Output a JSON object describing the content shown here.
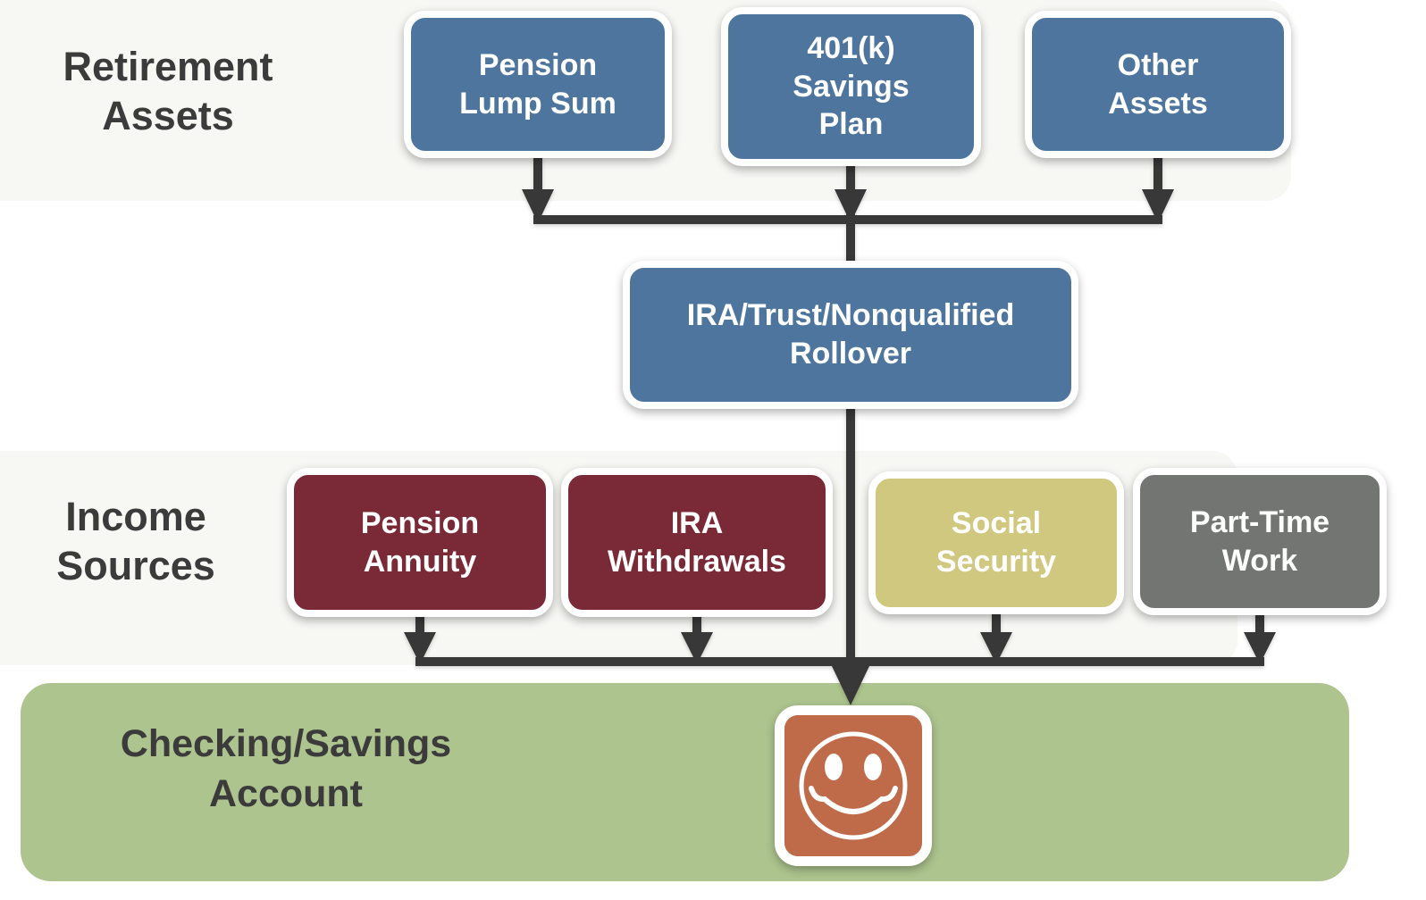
{
  "sections": {
    "retirement": {
      "label_line1": "Retirement",
      "label_line2": "Assets"
    },
    "income": {
      "label_line1": "Income",
      "label_line2": "Sources"
    },
    "account": {
      "label_line1": "Checking/Savings",
      "label_line2": "Account"
    }
  },
  "nodes": {
    "retirement": [
      {
        "id": "pension-lump-sum",
        "lines": [
          "Pension",
          "Lump Sum"
        ]
      },
      {
        "id": "401k-savings-plan",
        "lines": [
          "401(k)",
          "Savings",
          "Plan"
        ]
      },
      {
        "id": "other-assets",
        "lines": [
          "Other",
          "Assets"
        ]
      }
    ],
    "rollover": {
      "id": "ira-trust-nonqualified-rollover",
      "lines": [
        "IRA/Trust/Nonqualified",
        "Rollover"
      ]
    },
    "income": [
      {
        "id": "pension-annuity",
        "lines": [
          "Pension",
          "Annuity"
        ]
      },
      {
        "id": "ira-withdrawals",
        "lines": [
          "IRA",
          "Withdrawals"
        ]
      },
      {
        "id": "social-security",
        "lines": [
          "Social",
          "Security"
        ]
      },
      {
        "id": "part-time-work",
        "lines": [
          "Part-Time",
          "Work"
        ]
      }
    ]
  },
  "flows": [
    {
      "from": "pension-lump-sum",
      "to": "ira-trust-nonqualified-rollover"
    },
    {
      "from": "401k-savings-plan",
      "to": "ira-trust-nonqualified-rollover"
    },
    {
      "from": "other-assets",
      "to": "ira-trust-nonqualified-rollover"
    },
    {
      "from": "ira-trust-nonqualified-rollover",
      "to": "checking-savings-account"
    },
    {
      "from": "pension-annuity",
      "to": "checking-savings-account"
    },
    {
      "from": "ira-withdrawals",
      "to": "checking-savings-account"
    },
    {
      "from": "social-security",
      "to": "checking-savings-account"
    },
    {
      "from": "part-time-work",
      "to": "checking-savings-account"
    }
  ],
  "icons": {
    "smiley": "smiley-face-icon"
  },
  "colors": {
    "asset_box": "#4e759e",
    "annuity_box": "#7a2936",
    "social_security_box": "#d1c87f",
    "part_time_box": "#727571",
    "account_band": "#adc48e",
    "smiley_fill": "#bf6a48",
    "connector": "#383838",
    "section_panel": "#f7f7f4",
    "label_text": "#3b3b3b"
  }
}
